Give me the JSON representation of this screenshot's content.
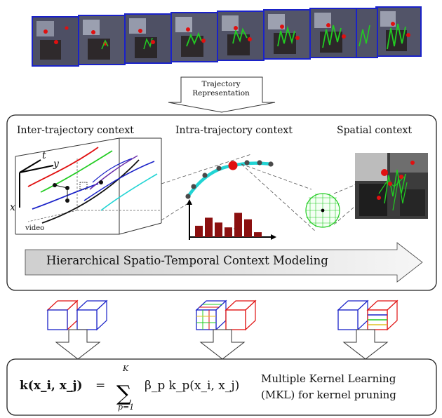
{
  "top_arrow": {
    "label": "Trajectory Representation"
  },
  "contexts": {
    "inter": "Inter-trajectory context",
    "intra": "Intra-trajectory context",
    "spatial": "Spatial context"
  },
  "axes": {
    "t": "t",
    "y": "y",
    "x": "x",
    "video": "video"
  },
  "hier_arrow": {
    "label": "Hierarchical Spatio-Temporal Context Modeling"
  },
  "formula": {
    "lhs": "k(x_i, x_j)",
    "sum_upper": "K",
    "sum_lower": "p=1",
    "rhs": "β_p k_p(x_i, x_j)"
  },
  "mkl": {
    "line1": "Multiple Kernel Learning",
    "line2": "(MKL) for kernel pruning"
  },
  "histogram": {
    "bar_values": [
      0.35,
      0.6,
      0.45,
      0.3,
      0.75,
      0.55,
      0.15
    ]
  },
  "colors": {
    "frame_border": "#1a22c8",
    "trajectory_green": "#22cc22",
    "dot_red": "#e01010",
    "cyan": "#22d4d4",
    "bar_red": "#8b1010"
  }
}
